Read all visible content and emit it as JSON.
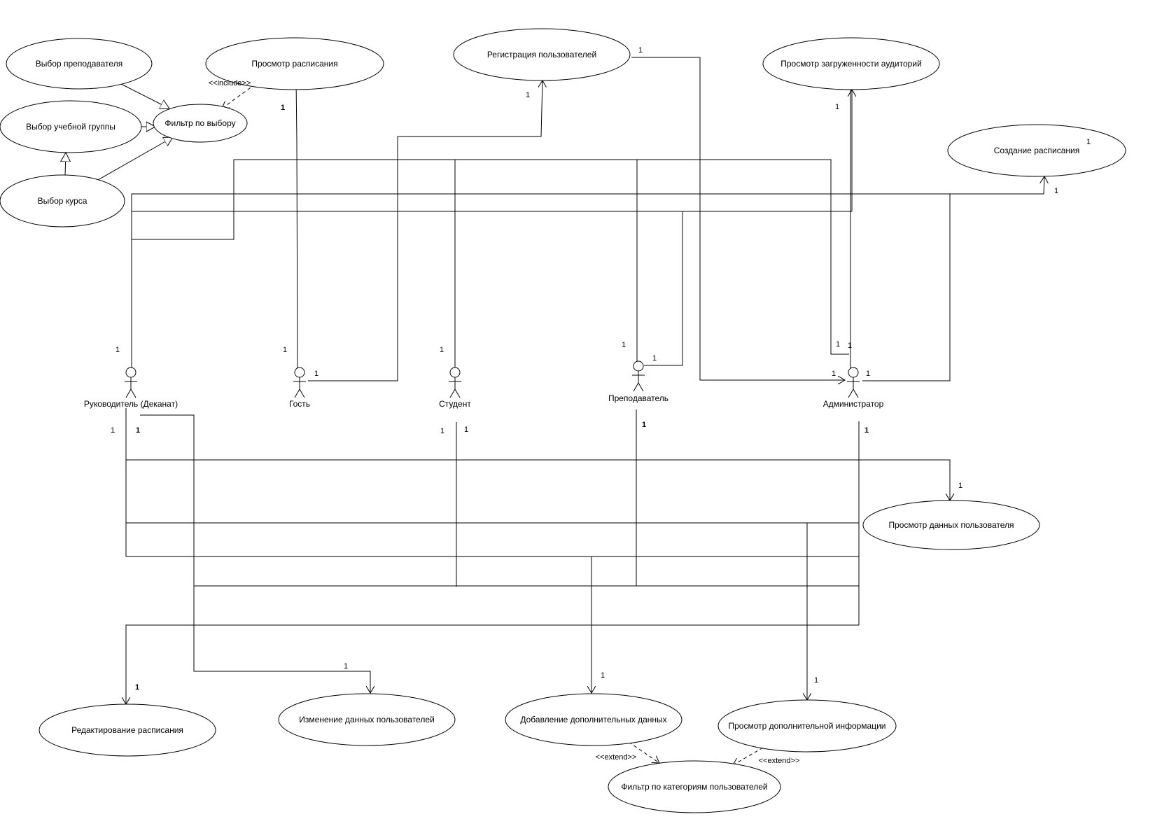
{
  "use_cases": {
    "vybor_prepodavatelya": "Выбор преподавателя",
    "prosmotr_raspisaniya": "Просмотр расписания",
    "registraciya": "Регистрация пользователей",
    "zagruzhennost": "Просмотр загруженности аудиторий",
    "vybor_gruppy": "Выбор учебной группы",
    "filtr_po_vyboru": "Фильтр по выбору",
    "sozdanie": "Создание расписания",
    "vybor_kursa": "Выбор курса",
    "prosmotr_dannyh": "Просмотр данных пользователя",
    "redaktirovanie": "Редактирование расписания",
    "izmenenie_dannyh": "Изменение данных пользователей",
    "dobavlenie": "Добавление дополнительных данных",
    "prosmotr_dop": "Просмотр дополнительной информации",
    "filtr_kategorii": "Фильтр по категориям пользователей"
  },
  "actors": {
    "rukovoditel": "Руководитель (Деканат)",
    "gost": "Гость",
    "student": "Студент",
    "prepodavatel": "Преподаватель",
    "administrator": "Администратор"
  },
  "stereotypes": {
    "include": "<<include>>",
    "extend1": "<<extend>>",
    "extend2": "<<extend>>"
  },
  "multiplicity": "1"
}
